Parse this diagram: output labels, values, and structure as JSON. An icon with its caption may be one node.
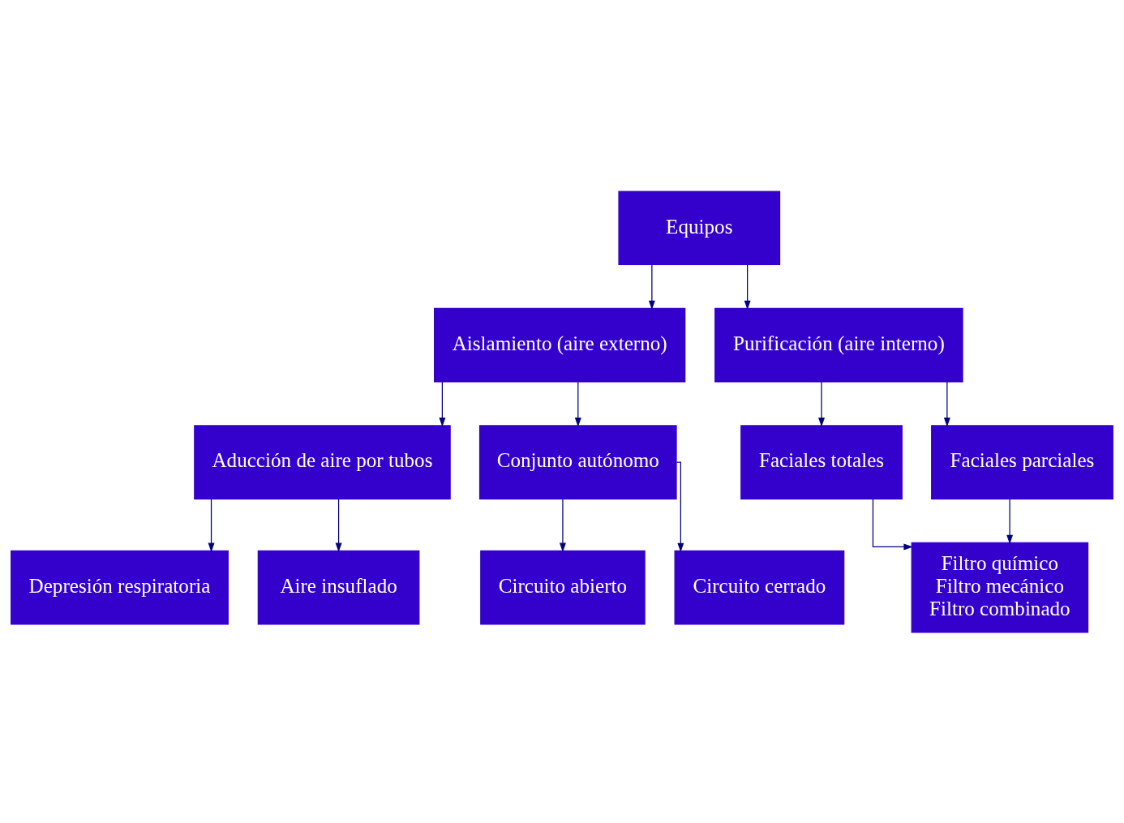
{
  "diagram": {
    "nodes": [
      {
        "text": [
          "Equipos"
        ]
      },
      {
        "text": [
          "Aislamiento (aire externo)"
        ]
      },
      {
        "text": [
          "Purificación (aire interno)"
        ]
      },
      {
        "text": [
          "Aducción de aire por tubos"
        ]
      },
      {
        "text": [
          "Conjunto autónomo"
        ]
      },
      {
        "text": [
          "Faciales totales"
        ]
      },
      {
        "text": [
          "Faciales parciales"
        ]
      },
      {
        "text": [
          "Depresión respiratoria"
        ]
      },
      {
        "text": [
          "Aire insuflado"
        ]
      },
      {
        "text": [
          "Filtro químico",
          "Filtro mecánico",
          "Filtro combinado"
        ]
      },
      {
        "text": [
          "Circuito abierto"
        ]
      },
      {
        "text": [
          "Circuito cerrado"
        ]
      }
    ],
    "edges": [
      {
        "from": 0,
        "to": 1,
        "arrow": "to"
      },
      {
        "from": 0,
        "to": 2,
        "arrow": "to"
      },
      {
        "from": 1,
        "to": 3,
        "arrow": "to"
      },
      {
        "from": 1,
        "to": 4,
        "arrow": "to"
      },
      {
        "from": 2,
        "to": 5,
        "arrow": "to"
      },
      {
        "from": 2,
        "to": 6,
        "arrow": "to"
      },
      {
        "from": 3,
        "to": 7,
        "arrow": "to"
      },
      {
        "from": 3,
        "to": 8,
        "arrow": "to"
      },
      {
        "from": 5,
        "to": 9,
        "arrow": "to"
      },
      {
        "from": 6,
        "to": 9,
        "arrow": "to"
      },
      {
        "from": 4,
        "to": 10,
        "arrow": "to"
      },
      {
        "from": 4,
        "to": 11,
        "arrow": "to"
      }
    ]
  }
}
